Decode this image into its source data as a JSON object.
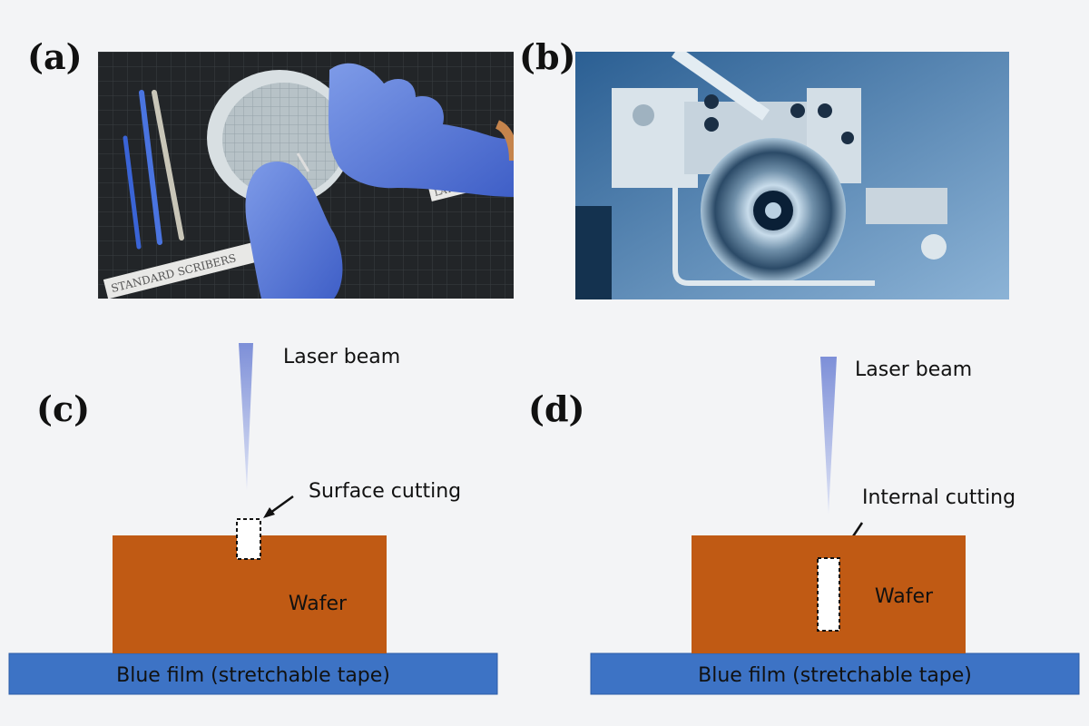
{
  "panels": {
    "a": {
      "letter": "(a)",
      "photo_labels": {
        "scribers_label": "STANDARD SCRIBERS",
        "small_label": "LATTICE"
      }
    },
    "b": {
      "letter": "(b)"
    },
    "c": {
      "letter": "(c)",
      "laser_label": "Laser beam",
      "cut_label": "Surface cutting",
      "wafer_label": "Wafer",
      "film_label": "Blue film (stretchable tape)"
    },
    "d": {
      "letter": "(d)",
      "laser_label": "Laser beam",
      "cut_label": "Internal cutting",
      "wafer_label": "Wafer",
      "film_label": "Blue film (stretchable tape)"
    }
  },
  "colors": {
    "background": "#f3f4f6",
    "wafer": "#c05a14",
    "blue_film": "#3d73c5",
    "beam": "#8fa0dd"
  }
}
